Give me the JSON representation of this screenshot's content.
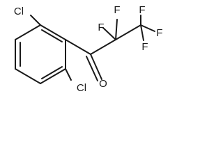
{
  "molecule": {
    "atom_labels": {
      "cl_top": "Cl",
      "cl_bottom": "Cl",
      "oxygen": "O",
      "f_a": "F",
      "f_b": "F",
      "f_c": "F",
      "f_d": "F",
      "f_e": "F"
    }
  },
  "colors": {
    "ink": "#1a1a1a",
    "background": "#ffffff"
  }
}
